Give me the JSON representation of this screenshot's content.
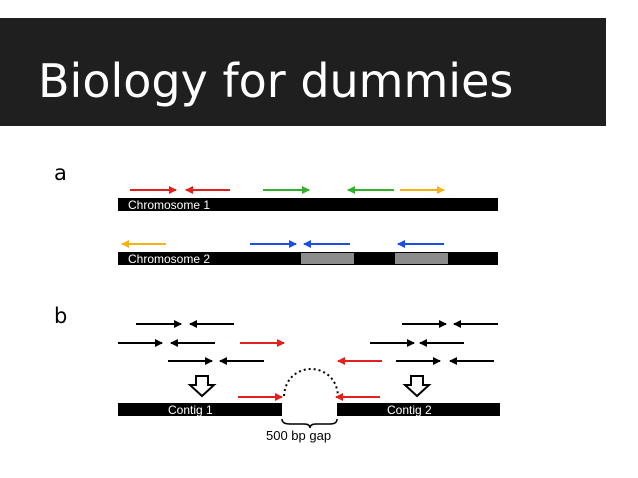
{
  "slide": {
    "title": "Biology for dummies"
  },
  "figure": {
    "panel_a_label": "a",
    "panel_b_label": "b",
    "chromosome_1_label": "Chromosome 1",
    "chromosome_2_label": "Chromosome 2",
    "contig_1_label": "Contig 1",
    "contig_2_label": "Contig 2",
    "gap_label": "500 bp gap",
    "colors": {
      "red": "#e3201b",
      "green": "#33b02b",
      "yellow": "#f5b315",
      "blue": "#1c4fe0",
      "black": "#000000",
      "gray": "#8c8c8c"
    }
  }
}
